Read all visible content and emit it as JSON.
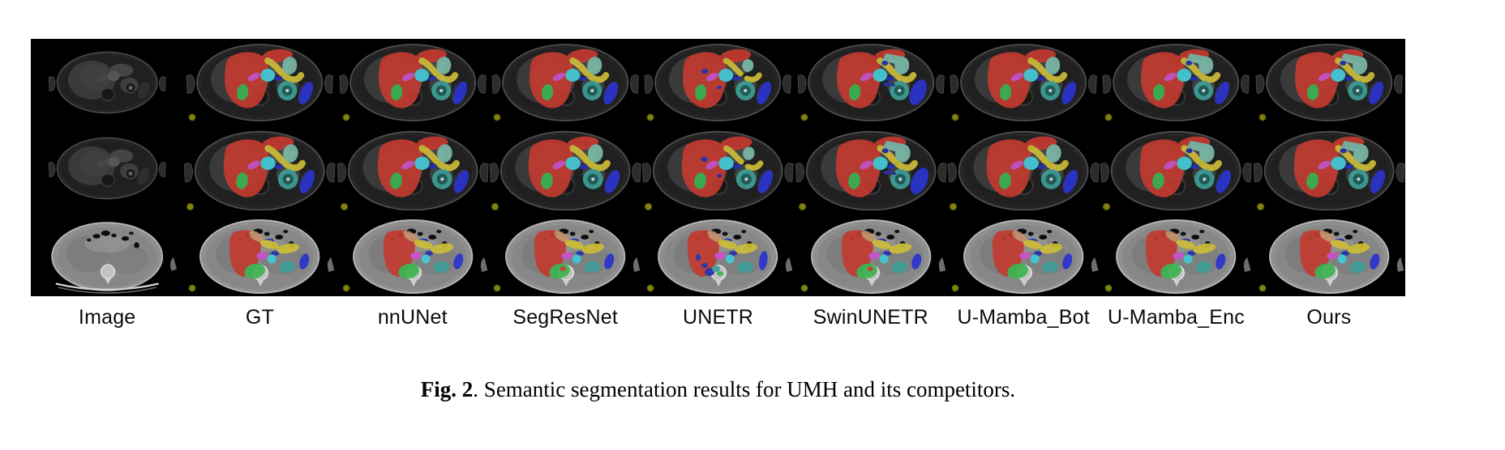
{
  "figure": {
    "caption_label": "Fig. 2",
    "caption_text": ". Semantic segmentation results for UMH and its competitors."
  },
  "panel": {
    "column_labels": [
      "Image",
      "GT",
      "nnUNet",
      "SegResNet",
      "UNETR",
      "SwinUNETR",
      "U-Mamba_Bot",
      "U-Mamba_Enc",
      "Ours"
    ],
    "row_count": 3,
    "background": "#000000",
    "page_background": "#ffffff",
    "class_colors": {
      "liver_red": "#c23b30",
      "stomach_red": "#c43a31",
      "pancreas_yellow": "#cdbd37",
      "aorta_cyan": "#43c9d6",
      "kidney_teal": "#3f9e98",
      "kidney_teal_dark": "#1f605a",
      "adrenal_teal_light": "#7cb8a8",
      "gallbladder_green": "#3cb44e",
      "spleen_blue": "#2a33cf",
      "vein_navy": "#2531b0",
      "duodenum_magenta": "#cb51cb",
      "tan_brown": "#c2906a",
      "marker_olive": "#8e8e14"
    }
  }
}
